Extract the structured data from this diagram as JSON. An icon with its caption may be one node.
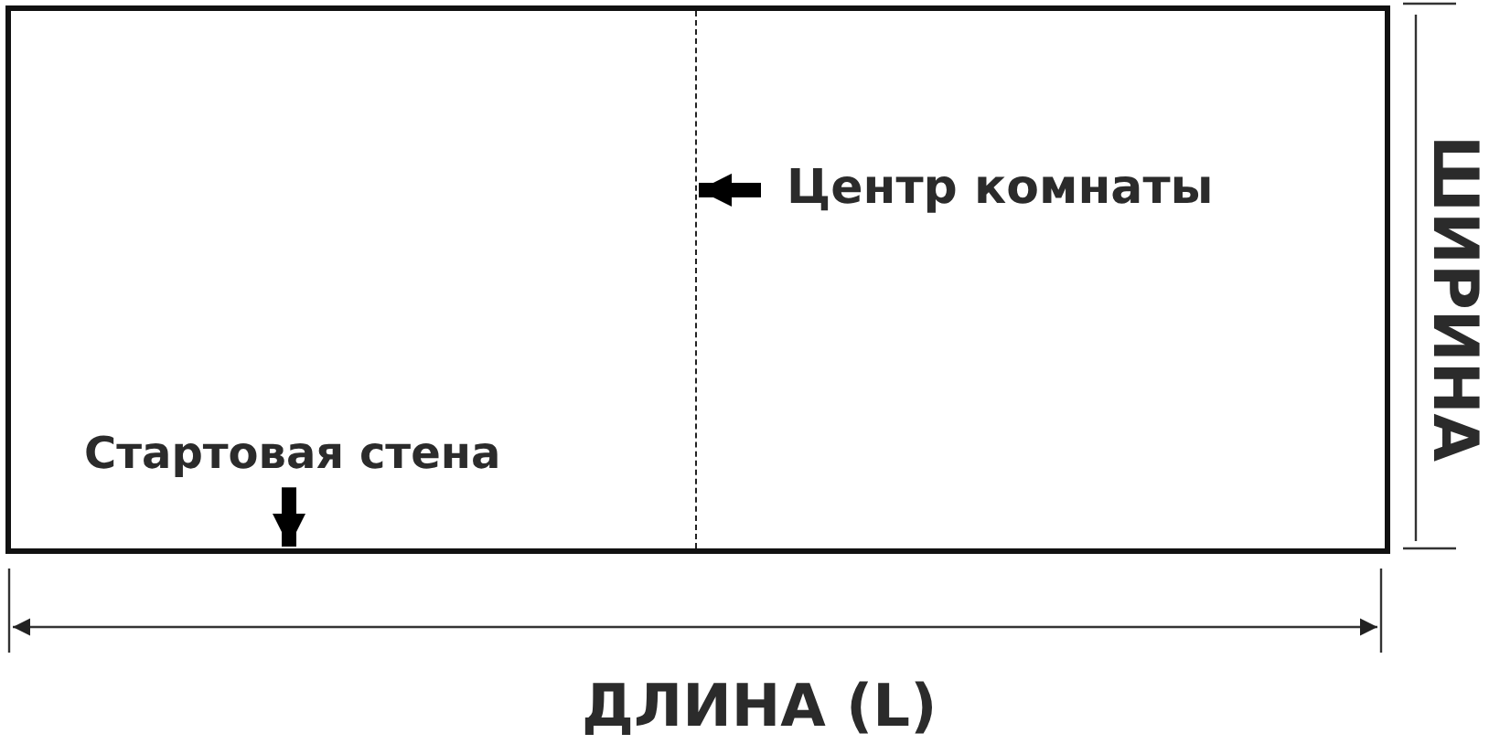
{
  "diagram": {
    "nodes": [
      {
        "text": [],
        "shape": "box"
      },
      {
        "text": [
          "Стартовая стена"
        ],
        "in": 0
      },
      {
        "text": [
          "Центр комнаты"
        ],
        "in": 0
      },
      {
        "text": [],
        "shape": "line",
        "in": 0
      }
    ],
    "edges": [
      {
        "from": 2,
        "to": 3,
        "arrow": "to"
      },
      {
        "from": 1,
        "to": 0,
        "arrow": "to"
      }
    ],
    "labels": [
      "ШИРИНА",
      "ДЛИНА (L)"
    ]
  }
}
